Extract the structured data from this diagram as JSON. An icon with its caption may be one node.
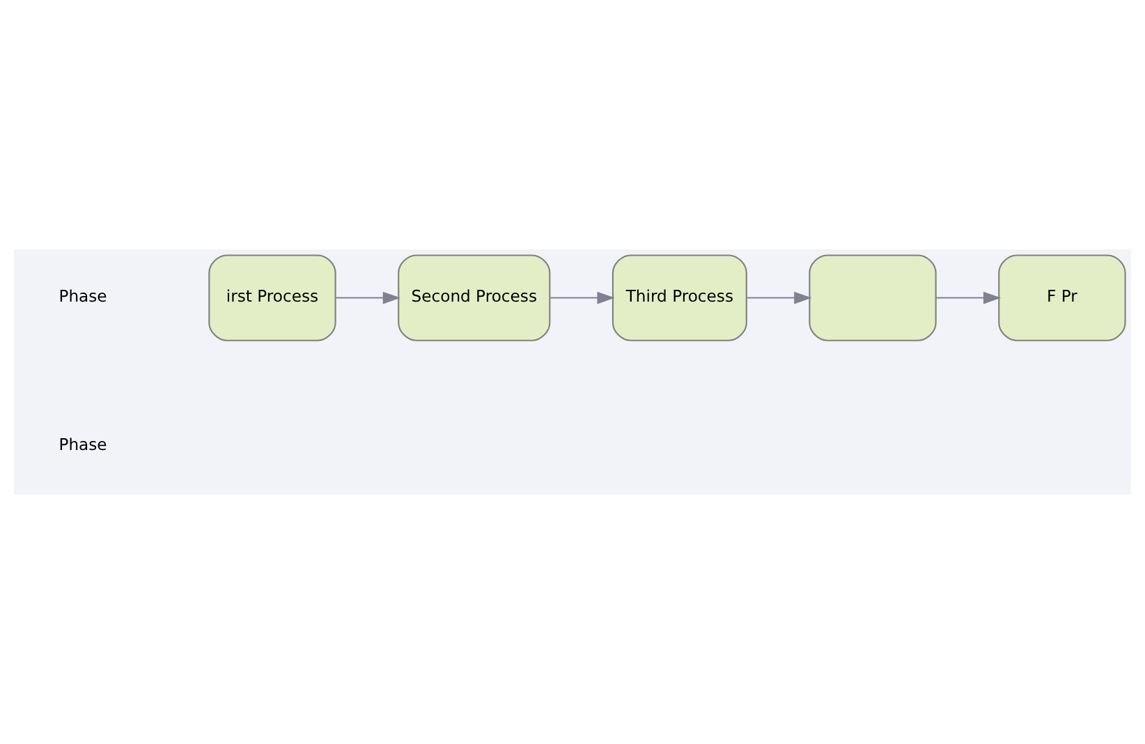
{
  "diagram": {
    "nodes": [
      {
        "text": [
          "irst Process"
        ]
      },
      {
        "text": [
          "Second Process"
        ]
      },
      {
        "text": [
          "Third Process"
        ]
      },
      {
        "text": [],
        "shape": "box"
      },
      {
        "text": [
          "F Pr"
        ]
      }
    ],
    "edges": [
      {
        "from": 0,
        "to": 1,
        "arrow": "to"
      },
      {
        "from": 1,
        "to": 2,
        "arrow": "to"
      },
      {
        "from": 2,
        "to": 3,
        "arrow": "to"
      },
      {
        "from": 3,
        "to": 4,
        "arrow": "to"
      }
    ],
    "labels": [
      "Phase",
      "Phase"
    ]
  }
}
